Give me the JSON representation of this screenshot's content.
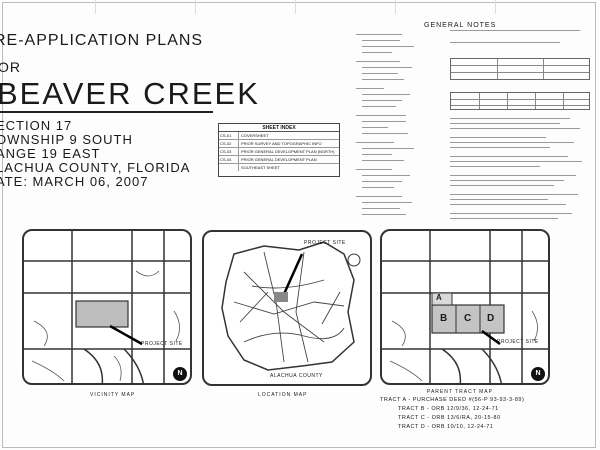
{
  "title_block": {
    "pre_title": "RE-APPLICATION PLANS",
    "for": "OR",
    "project": "BEAVER CREEK",
    "section": "ECTION 17",
    "township": "OWNSHIP 9 SOUTH",
    "range": "ANGE 19 EAST",
    "county": "LACHUA COUNTY, FLORIDA",
    "date": "ATE: MARCH 06, 2007"
  },
  "sheet_index": {
    "title": "SHEET INDEX",
    "rows": [
      {
        "no": "CS-01",
        "desc": "COVERSHEET"
      },
      {
        "no": "CS-02",
        "desc": "PRIOR SURVEY AND TOPOGRAPHIC INFO"
      },
      {
        "no": "CS-03",
        "desc": "PRIOR GENERAL DEVELOPMENT PLAN (NORTH)"
      },
      {
        "no": "CS-04",
        "desc": "PRIOR GENERAL DEVELOPMENT PLAN"
      },
      {
        "no": "",
        "desc": "SOUTHEAST SHEET"
      }
    ]
  },
  "general_notes": {
    "title": "GENERAL NOTES"
  },
  "maps": {
    "vicinity": {
      "caption": "VICINITY MAP",
      "project_site": "PROJECT SITE",
      "north": "N"
    },
    "location": {
      "caption": "LOCATION MAP",
      "project_site": "PROJECT SITE",
      "county_label": "ALACHUA COUNTY"
    },
    "parent": {
      "caption": "PARENT TRACT MAP",
      "project_site": "PROJECT SITE",
      "north": "N",
      "tract_a": "A",
      "tract_b": "B",
      "tract_c": "C",
      "tract_d": "D",
      "tracts": [
        "TRACT A - PURCHASE DEED #(56-P 93-93-3-89)",
        "TRACT B - ORB 12/9/36, 12-24-71",
        "TRACT C - ORB 13/6/RA, 20-15-80",
        "TRACT D - ORB 10/10, 12-24-71"
      ]
    }
  }
}
